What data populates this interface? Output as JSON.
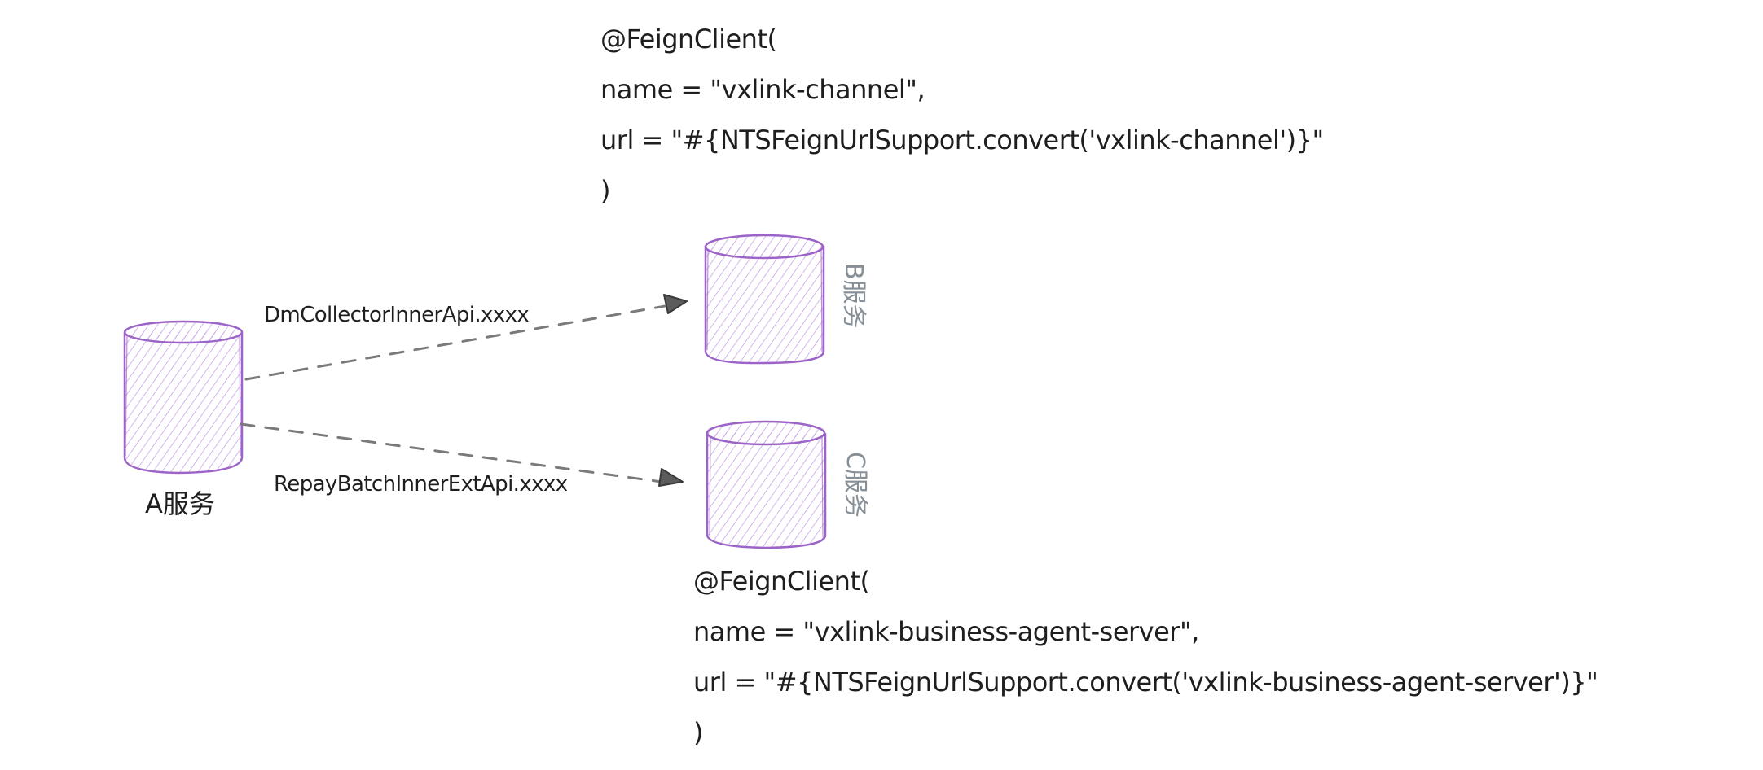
{
  "colors": {
    "node_stroke": "#9c64c8",
    "node_fill_hatch": "#c9a4e6",
    "edge_stroke": "#7a7a7a",
    "arrow_fill": "#5c5c5c",
    "text": "#1e1e1e",
    "secondary_text": "#868e96"
  },
  "nodes": [
    {
      "id": "A",
      "label": "A服务",
      "shape": "cylinder"
    },
    {
      "id": "B",
      "label": "B服务",
      "shape": "cylinder"
    },
    {
      "id": "C",
      "label": "C服务",
      "shape": "cylinder"
    }
  ],
  "edges": [
    {
      "from": "A",
      "to": "B",
      "label": "DmCollectorInnerApi.xxxx",
      "style": "dashed"
    },
    {
      "from": "A",
      "to": "C",
      "label": "RepayBatchInnerExtApi.xxxx",
      "style": "dashed"
    }
  ],
  "annotations": {
    "b_feign": {
      "lines": [
        "@FeignClient(",
        "name = \"vxlink-channel\",",
        "url = \"#{NTSFeignUrlSupport.convert('vxlink-channel')}\"",
        ")"
      ]
    },
    "c_feign": {
      "lines": [
        "@FeignClient(",
        "name = \"vxlink-business-agent-server\",",
        "url = \"#{NTSFeignUrlSupport.convert('vxlink-business-agent-server')}\"",
        ")"
      ]
    }
  }
}
